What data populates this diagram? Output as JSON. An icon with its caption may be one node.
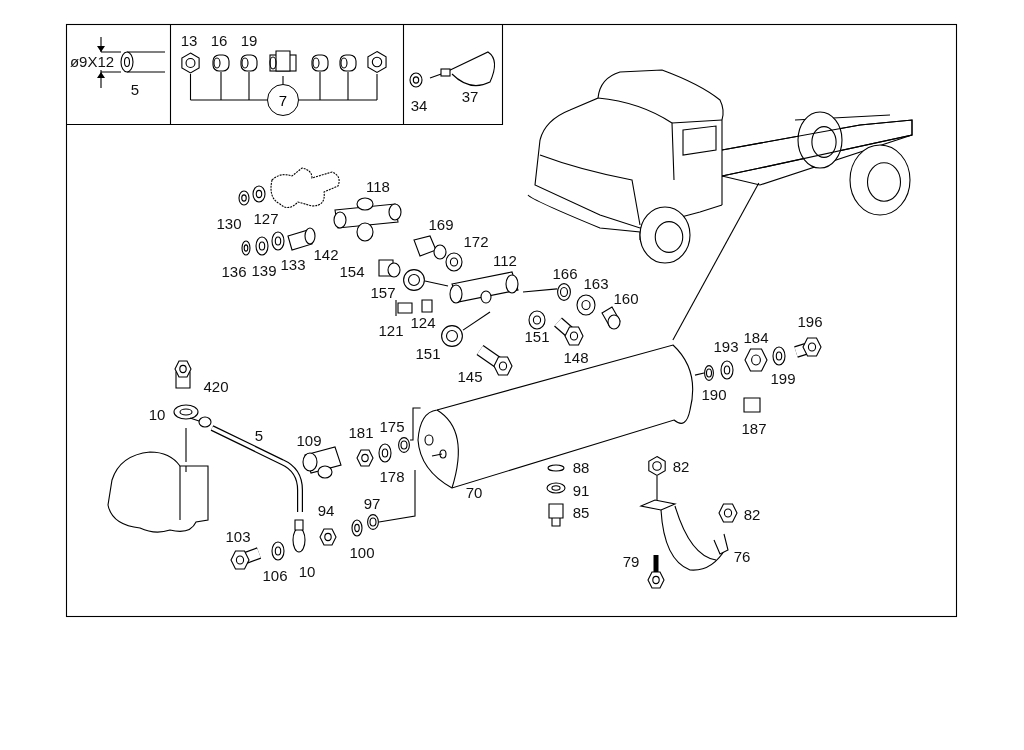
{
  "diagram": {
    "nodes": [
      {
        "text": [
          "7"
        ]
      },
      {
        "text": [],
        "shape": "picture"
      },
      {
        "text": [],
        "shape": "picture"
      },
      {
        "text": [],
        "shape": "picture"
      },
      {
        "text": [],
        "shape": "picture"
      },
      {
        "text": [],
        "shape": "picture"
      },
      {
        "text": [],
        "shape": "picture"
      },
      {
        "text": [],
        "shape": "picture"
      },
      {
        "text": [],
        "shape": "picture"
      },
      {
        "text": [],
        "shape": "picture"
      },
      {
        "text": [],
        "shape": "picture"
      },
      {
        "text": [],
        "shape": "picture"
      },
      {
        "text": [],
        "shape": "picture"
      },
      {
        "text": [],
        "shape": "picture",
        "beside": [
          "76"
        ]
      },
      {
        "text": [],
        "shape": "picture"
      },
      {
        "text": [],
        "shape": "picture"
      },
      {
        "text": [],
        "shape": "picture"
      },
      {
        "text": [],
        "shape": "picture"
      },
      {
        "text": [],
        "shape": "picture"
      },
      {
        "text": [],
        "shape": "picture"
      },
      {
        "text": [],
        "shape": "picture"
      }
    ],
    "edges": [
      {
        "from": 0,
        "to": 1,
        "arrow": "none"
      },
      {
        "from": 0,
        "to": 2,
        "arrow": "none"
      },
      {
        "from": 0,
        "to": 3,
        "arrow": "none"
      },
      {
        "from": 0,
        "to": 4,
        "arrow": "none"
      },
      {
        "from": 0,
        "to": 5,
        "arrow": "none"
      },
      {
        "from": 0,
        "to": 6,
        "arrow": "none"
      },
      {
        "from": 0,
        "to": 7,
        "arrow": "none"
      },
      {
        "from": 9,
        "to": 8,
        "arrow": "none"
      },
      {
        "from": 11,
        "to": 10,
        "arrow": "none"
      },
      {
        "from": 12,
        "to": 13,
        "arrow": "none"
      },
      {
        "from": 14,
        "to": 9,
        "arrow": "none"
      },
      {
        "from": 15,
        "to": 9,
        "arrow": "none"
      },
      {
        "from": 17,
        "to": 16,
        "arrow": "none"
      },
      {
        "from": 16,
        "to": 18,
        "arrow": "none"
      },
      {
        "from": 16,
        "to": 19,
        "arrow": "none"
      },
      {
        "from": 20,
        "to": 9,
        "arrow": "none"
      }
    ],
    "labels": [
      "ø9X12",
      "5",
      "13",
      "16",
      "19",
      "34",
      "37",
      "118",
      "130",
      "127",
      "169",
      "172",
      "142",
      "136",
      "139",
      "133",
      "112",
      "154",
      "166",
      "163",
      "157",
      "160",
      "121",
      "124",
      "151",
      "151",
      "148",
      "196",
      "193",
      "184",
      "145",
      "420",
      "199",
      "190",
      "187",
      "10",
      "5",
      "109",
      "181",
      "175",
      "178",
      "88",
      "82",
      "70",
      "91",
      "94",
      "97",
      "85",
      "82",
      "103",
      "100",
      "106",
      "10",
      "79"
    ]
  }
}
